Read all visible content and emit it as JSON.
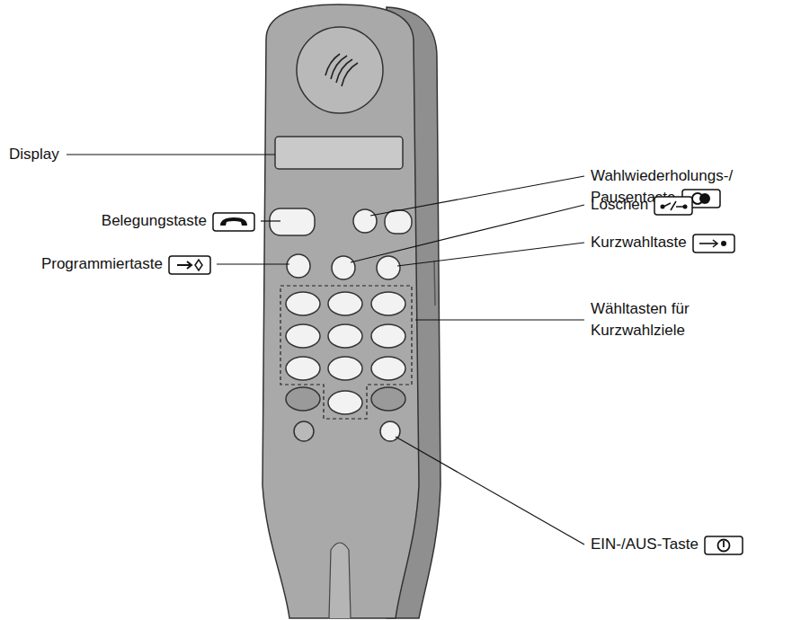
{
  "diagram": {
    "labels": [
      "Display",
      "Wahlwiederholungs-/ Pausentaste",
      "Belegungstaste",
      "Löschen",
      "Programmiertaste",
      "Kurzwahltaste",
      "Wähltasten für Kurzwahlziele",
      "EIN-/AUS-Taste"
    ]
  }
}
